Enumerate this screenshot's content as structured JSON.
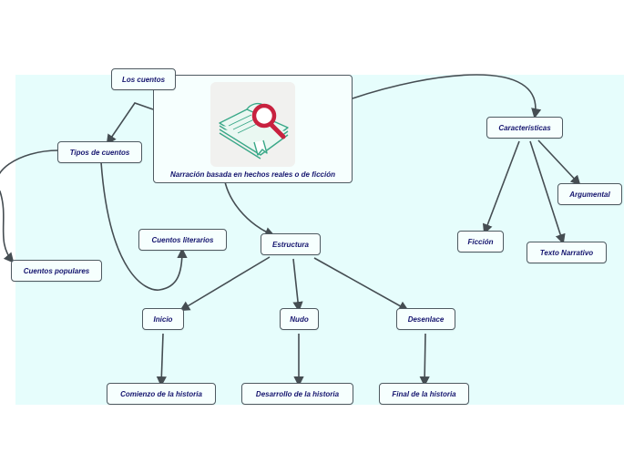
{
  "colors": {
    "background": "#ffffff",
    "canvas": "#e6fdfc",
    "node_fill": "#f6fffe",
    "node_border": "#4f5a61",
    "text": "#14146e",
    "connector": "#454d52",
    "book": "#3aa888",
    "magnifier": "#c8213f"
  },
  "central": {
    "label": "Narración basada en hechos reales o de ficción",
    "icon": "book-magnifier-icon"
  },
  "nodes": {
    "los_cuentos": "Los cuentos",
    "tipos_de_cuentos": "Tipos de cuentos",
    "cuentos_literarios": "Cuentos literarios",
    "cuentos_populares": "Cuentos populares",
    "estructura": "Estructura",
    "inicio": "Inicio",
    "nudo": "Nudo",
    "desenlace": "Desenlace",
    "comienzo": "Comienzo de la historia",
    "desarrollo": "Desarrollo de la historia",
    "final": "Final de la historia",
    "caracteristicas": "Características",
    "argumental": "Argumental",
    "ficcion": "Ficción",
    "texto_narrativo": "Texto Narrativo"
  }
}
